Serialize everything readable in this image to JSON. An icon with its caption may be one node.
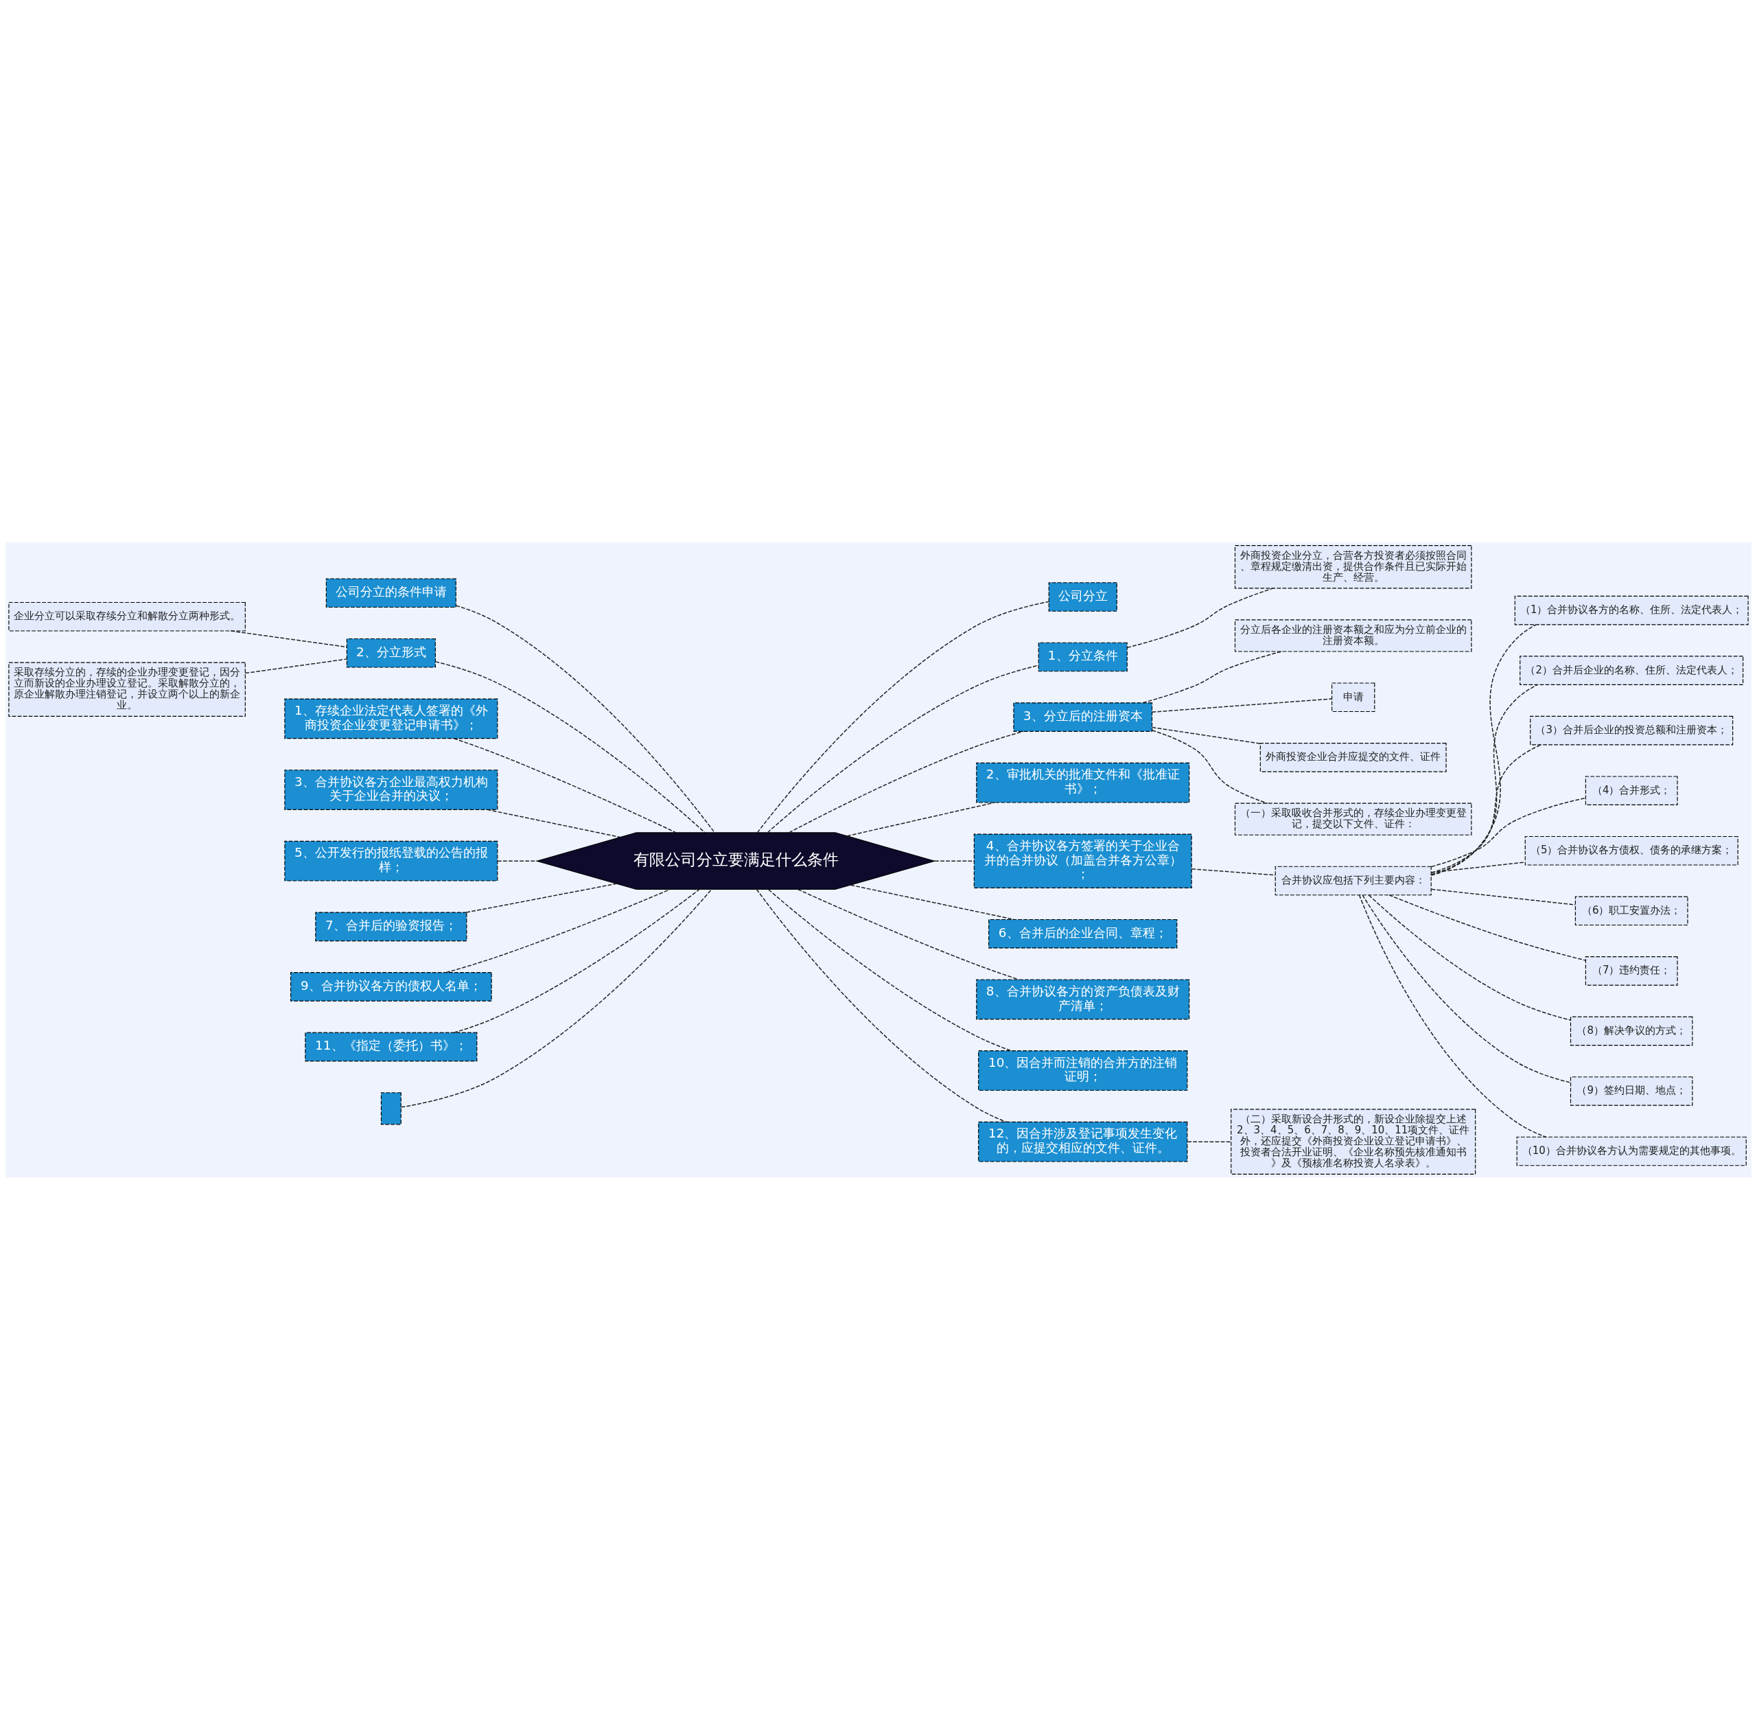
{
  "diagram": {
    "nodes": [
      {
        "text": [
          "有限公司分立要满足什么条件"
        ]
      },
      {
        "text": [
          "公司分立"
        ]
      },
      {
        "text": [
          "1、分立条件"
        ]
      },
      {
        "text": [
          "外商投资企业分立，合营各方投资者必须按照合同、章程规定缴清出资，提供合作条件且已实际开始生产、经营。"
        ]
      },
      {
        "text": [
          "3、分立后的注册资本"
        ]
      },
      {
        "text": [
          "分立后各企业的注册资本额之和应为分立前企业的注册资本额。"
        ]
      },
      {
        "text": [
          "申请"
        ]
      },
      {
        "text": [
          "外商投资企业合并应提交的文件、证件"
        ]
      },
      {
        "text": [
          "（一）采取吸收合并形式的，存续企业办理变更登记，提交以下文件、证件："
        ]
      },
      {
        "text": [
          "2、审批机关的批准文件和《批准证书》；"
        ]
      },
      {
        "text": [
          "4、合并协议各方签署的关于企业合并的合并协议（加盖合并各方公章）；"
        ]
      },
      {
        "text": [
          "合并协议应包括下列主要内容："
        ]
      },
      {
        "text": [
          "（1）合并协议各方的名称、住所、法定代表人；"
        ]
      },
      {
        "text": [
          "（2）合并后企业的名称、住所、法定代表人；"
        ]
      },
      {
        "text": [
          "（3）合并后企业的投资总额和注册资本；"
        ]
      },
      {
        "text": [
          "（4）合并形式；"
        ]
      },
      {
        "text": [
          "（5）合并协议各方债权、债务的承继方案；"
        ]
      },
      {
        "text": [
          "（6）职工安置办法；"
        ]
      },
      {
        "text": [
          "（7）违约责任；"
        ]
      },
      {
        "text": [
          "（8）解决争议的方式；"
        ]
      },
      {
        "text": [
          "（9）签约日期、地点；"
        ]
      },
      {
        "text": [
          "（10）合并协议各方认为需要规定的其他事项。"
        ]
      },
      {
        "text": [
          "6、合并后的企业合同、章程；"
        ]
      },
      {
        "text": [
          "8、合并协议各方的资产负债表及财产清单；"
        ]
      },
      {
        "text": [
          "10、因合并而注销的合并方的注销证明；"
        ]
      },
      {
        "text": [
          "12、因合并涉及登记事项发生变化的，应提交相应的文件、证件。"
        ]
      },
      {
        "text": [
          "（二）采取新设合并形式的，新设企业除提交上述2、3、4、5、6、7、8、9、10、11项文件、证件外，还应提交《外商投资企业设立登记申请书》、投资者合法开业证明、《企业名称预先核准通知书》及《预核准名称投资人名录表》。"
        ]
      },
      {
        "text": [
          "公司分立的条件申请"
        ]
      },
      {
        "text": [
          "2、分立形式"
        ]
      },
      {
        "text": [
          "企业分立可以采取存续分立和解散分立两种形式。"
        ]
      },
      {
        "text": [
          "采取存续分立的，存续的企业办理变更登记，因分立而新设的企业办理设立登记。采取解散分立的，原企业解散办理注销登记，并设立两个以上的新企业。"
        ]
      },
      {
        "text": [
          "1、存续企业法定代表人签署的《外商投资企业变更登记申请书》；"
        ]
      },
      {
        "text": [
          "3、合并协议各方企业最高权力机构关于企业合并的决议；"
        ]
      },
      {
        "text": [
          "5、公开发行的报纸登载的公告的报样；"
        ]
      },
      {
        "text": [
          "7、合并后的验资报告；"
        ]
      },
      {
        "text": [
          "9、合并协议各方的债权人名单；"
        ]
      },
      {
        "text": [
          "11、《指定（委托）书》；"
        ]
      },
      {
        "text": [],
        "shape": "box"
      }
    ],
    "edges": [
      {
        "from": 0,
        "to": 1,
        "arrow": "none",
        "style": "dashed"
      },
      {
        "from": 0,
        "to": 2,
        "arrow": "none",
        "style": "dashed"
      },
      {
        "from": 2,
        "to": 3,
        "arrow": "none",
        "style": "dashed"
      },
      {
        "from": 0,
        "to": 4,
        "arrow": "none",
        "style": "dashed"
      },
      {
        "from": 4,
        "to": 5,
        "arrow": "none",
        "style": "dashed"
      },
      {
        "from": 4,
        "to": 6,
        "arrow": "none",
        "style": "dashed"
      },
      {
        "from": 4,
        "to": 7,
        "arrow": "none",
        "style": "dashed"
      },
      {
        "from": 4,
        "to": 8,
        "arrow": "none",
        "style": "dashed"
      },
      {
        "from": 0,
        "to": 9,
        "arrow": "none",
        "style": "dashed"
      },
      {
        "from": 0,
        "to": 10,
        "arrow": "none",
        "style": "dashed"
      },
      {
        "from": 10,
        "to": 11,
        "arrow": "none",
        "style": "dashed"
      },
      {
        "from": 11,
        "to": 12,
        "arrow": "none",
        "style": "dashed"
      },
      {
        "from": 11,
        "to": 13,
        "arrow": "none",
        "style": "dashed"
      },
      {
        "from": 11,
        "to": 14,
        "arrow": "none",
        "style": "dashed"
      },
      {
        "from": 11,
        "to": 15,
        "arrow": "none",
        "style": "dashed"
      },
      {
        "from": 11,
        "to": 16,
        "arrow": "none",
        "style": "dashed"
      },
      {
        "from": 11,
        "to": 17,
        "arrow": "none",
        "style": "dashed"
      },
      {
        "from": 11,
        "to": 18,
        "arrow": "none",
        "style": "dashed"
      },
      {
        "from": 11,
        "to": 19,
        "arrow": "none",
        "style": "dashed"
      },
      {
        "from": 11,
        "to": 20,
        "arrow": "none",
        "style": "dashed"
      },
      {
        "from": 11,
        "to": 21,
        "arrow": "none",
        "style": "dashed"
      },
      {
        "from": 0,
        "to": 22,
        "arrow": "none",
        "style": "dashed"
      },
      {
        "from": 0,
        "to": 23,
        "arrow": "none",
        "style": "dashed"
      },
      {
        "from": 0,
        "to": 24,
        "arrow": "none",
        "style": "dashed"
      },
      {
        "from": 0,
        "to": 25,
        "arrow": "none",
        "style": "dashed"
      },
      {
        "from": 25,
        "to": 26,
        "arrow": "none",
        "style": "dashed"
      },
      {
        "from": 0,
        "to": 27,
        "arrow": "none",
        "style": "dashed"
      },
      {
        "from": 0,
        "to": 28,
        "arrow": "none",
        "style": "dashed"
      },
      {
        "from": 28,
        "to": 29,
        "arrow": "none",
        "style": "dashed"
      },
      {
        "from": 28,
        "to": 30,
        "arrow": "none",
        "style": "dashed"
      },
      {
        "from": 0,
        "to": 31,
        "arrow": "none",
        "style": "dashed"
      },
      {
        "from": 0,
        "to": 32,
        "arrow": "none",
        "style": "dashed"
      },
      {
        "from": 0,
        "to": 33,
        "arrow": "none",
        "style": "dashed"
      },
      {
        "from": 0,
        "to": 34,
        "arrow": "none",
        "style": "dashed"
      },
      {
        "from": 0,
        "to": 35,
        "arrow": "none",
        "style": "dashed"
      },
      {
        "from": 0,
        "to": 36,
        "arrow": "none",
        "style": "dashed"
      },
      {
        "from": 0,
        "to": 37,
        "arrow": "none",
        "style": "dashed"
      }
    ]
  }
}
